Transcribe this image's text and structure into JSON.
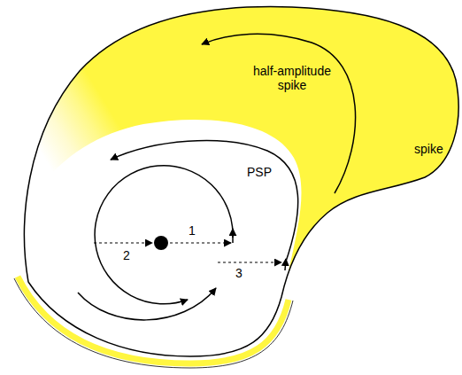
{
  "diagram": {
    "labels": [
      "half-amplitude spike",
      "PSP",
      "spike",
      "1",
      "2",
      "3"
    ]
  }
}
